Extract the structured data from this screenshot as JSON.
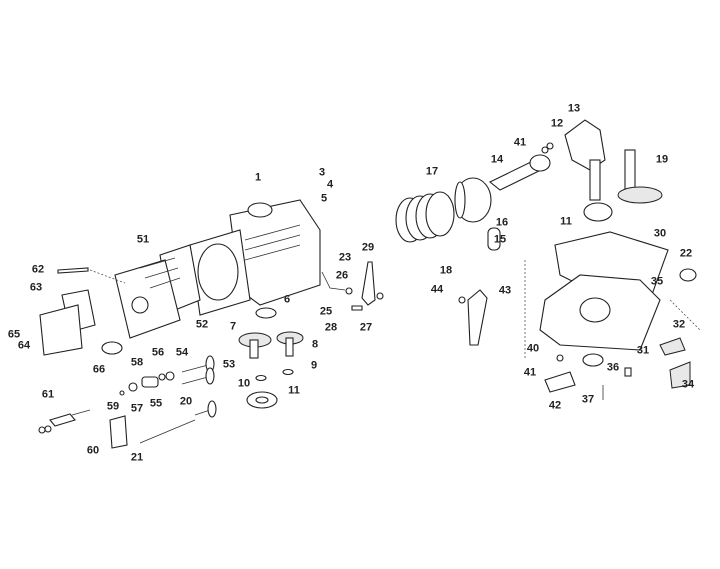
{
  "diagram": {
    "title_hidden": null,
    "callouts": [
      "1",
      "3",
      "4",
      "5",
      "51",
      "62",
      "63",
      "65",
      "64",
      "52",
      "6",
      "7",
      "8",
      "9",
      "10",
      "11",
      "23",
      "26",
      "25",
      "28",
      "29",
      "27",
      "66",
      "58",
      "56",
      "54",
      "53",
      "59",
      "57",
      "55",
      "61",
      "20",
      "60",
      "21",
      "13",
      "12",
      "41",
      "14",
      "19",
      "17",
      "16",
      "15",
      "11",
      "18",
      "30",
      "22",
      "44",
      "43",
      "35",
      "32",
      "40",
      "41",
      "36",
      "31",
      "34",
      "42",
      "37"
    ]
  }
}
